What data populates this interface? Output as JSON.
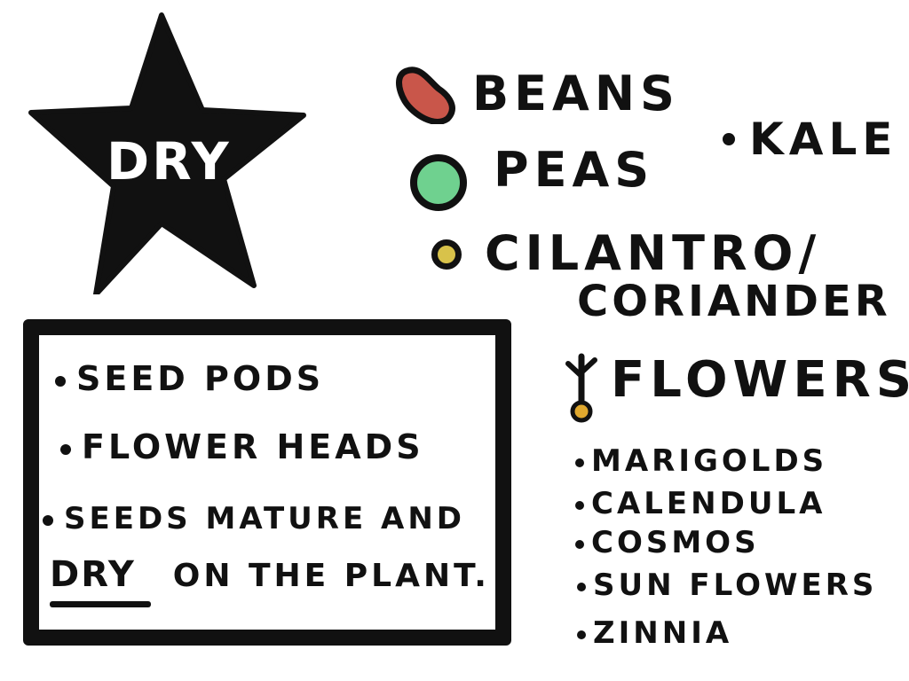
{
  "star": {
    "label": "DRY"
  },
  "box": {
    "items": [
      "SEED PODS",
      "FLOWER HEADS"
    ],
    "note_line1": "SEEDS MATURE AND",
    "note_word": "DRY",
    "note_rest": "ON THE PLANT."
  },
  "vegetables": {
    "beans": "BEANS",
    "peas": "PEAS",
    "kale": "KALE",
    "cilantro": "CILANTRO/",
    "coriander": "CORIANDER"
  },
  "flowers": {
    "title": "FLOWERS",
    "items": [
      "MARIGOLDS",
      "CALENDULA",
      "COSMOS",
      "SUN FLOWERS",
      "ZINNIA"
    ]
  },
  "colors": {
    "ink": "#111111",
    "bean": "#c9564a",
    "pea": "#6fd18f",
    "coriander_seed": "#d8c24a",
    "flower_drop": "#e0a82e",
    "background": "#ffffff"
  }
}
